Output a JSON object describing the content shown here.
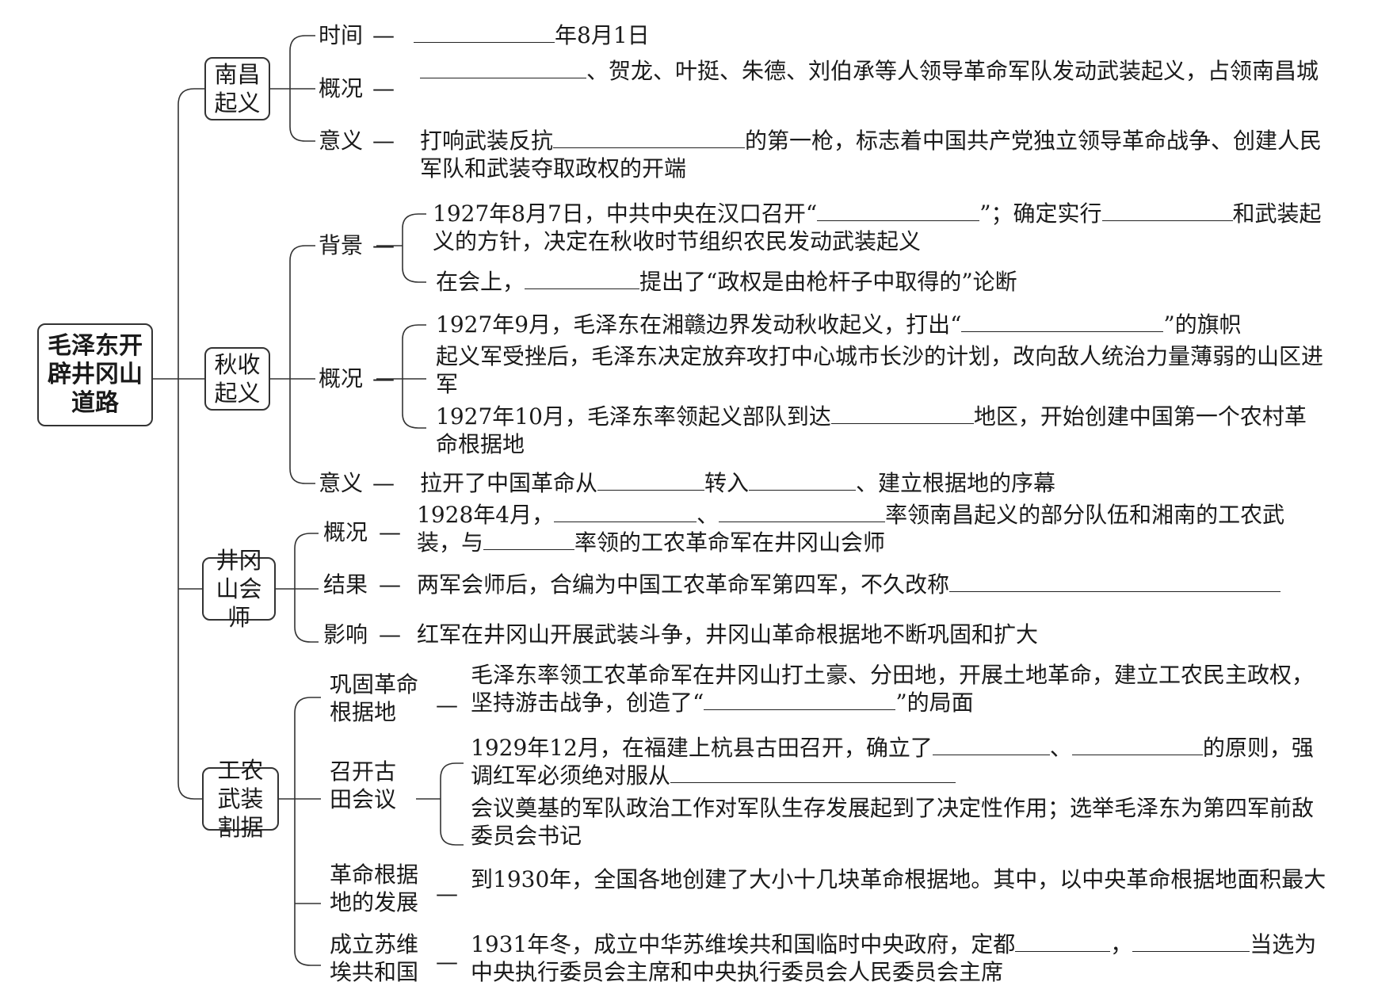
{
  "root": {
    "title": "毛泽东开辟井冈山道路"
  },
  "sections": [
    {
      "title": "南昌起义",
      "items": [
        {
          "label": "时间",
          "parts": [
            "",
            "年8月1日"
          ]
        },
        {
          "label": "概况",
          "parts": [
            "",
            "、贺龙、叶挺、朱德、刘伯承等人领导革命军队发动武装起义，占领南昌城"
          ]
        },
        {
          "label": "意义",
          "parts": [
            "打响武装反抗",
            "的第一枪，标志着中国共产党独立领导革命战争、创建人民军队和武装夺取政权的开端"
          ]
        }
      ]
    },
    {
      "title": "秋收起义",
      "items": [
        {
          "label": "背景",
          "subs": [
            {
              "parts": [
                "1927年8月7日，中共中央在汉口召开“",
                "”；确定实行",
                "和武装起义的方针，决定在秋收时节组织农民发动武装起义"
              ]
            },
            {
              "parts": [
                "在会上，",
                "提出了“政权是由枪杆子中取得的”论断"
              ]
            }
          ]
        },
        {
          "label": "概况",
          "subs": [
            {
              "parts": [
                "1927年9月，毛泽东在湘赣边界发动秋收起义，打出“",
                "”的旗帜"
              ]
            },
            {
              "parts": [
                "起义军受挫后，毛泽东决定放弃攻打中心城市长沙的计划，改向敌人统治力量薄弱的山区进军"
              ]
            },
            {
              "parts": [
                "1927年10月，毛泽东率领起义部队到达",
                "地区，开始创建中国第一个农村革命根据地"
              ]
            }
          ]
        },
        {
          "label": "意义",
          "parts": [
            "拉开了中国革命从",
            "转入",
            "、建立根据地的序幕"
          ]
        }
      ]
    },
    {
      "title": "井冈山会师",
      "items": [
        {
          "label": "概况",
          "parts": [
            "1928年4月，",
            "、",
            "率领南昌起义的部分队伍和湘南的工农武装，与",
            "率领的工农革命军在井冈山会师"
          ]
        },
        {
          "label": "结果",
          "parts": [
            "两军会师后，合编为中国工农革命军第四军，不久改称",
            ""
          ]
        },
        {
          "label": "影响",
          "parts": [
            "红军在井冈山开展武装斗争，井冈山革命根据地不断巩固和扩大"
          ]
        }
      ]
    },
    {
      "title": "工农武装割据",
      "items": [
        {
          "label": "巩固革命根据地",
          "parts": [
            "毛泽东率领工农革命军在井冈山打土豪、分田地，开展土地革命，建立工农民主政权，坚持游击战争，创造了“",
            "”的局面"
          ]
        },
        {
          "label": "召开古田会议",
          "subs": [
            {
              "parts": [
                "1929年12月，在福建上杭县古田召开，确立了",
                "、",
                "的原则，强调红军必须绝对服从",
                ""
              ]
            },
            {
              "parts": [
                "会议奠基的军队政治工作对军队生存发展起到了决定性作用；选举毛泽东为第四军前敌委员会书记"
              ]
            }
          ]
        },
        {
          "label": "革命根据地的发展",
          "parts": [
            "到1930年，全国各地创建了大小十几块革命根据地。其中，以中央革命根据地面积最大"
          ]
        },
        {
          "label": "成立苏维埃共和国",
          "parts": [
            "1931年冬，成立中华苏维埃共和国临时中央政府，定都",
            "，",
            "当选为中央执行委员会主席和中央执行委员会人民委员会主席"
          ]
        }
      ]
    }
  ]
}
